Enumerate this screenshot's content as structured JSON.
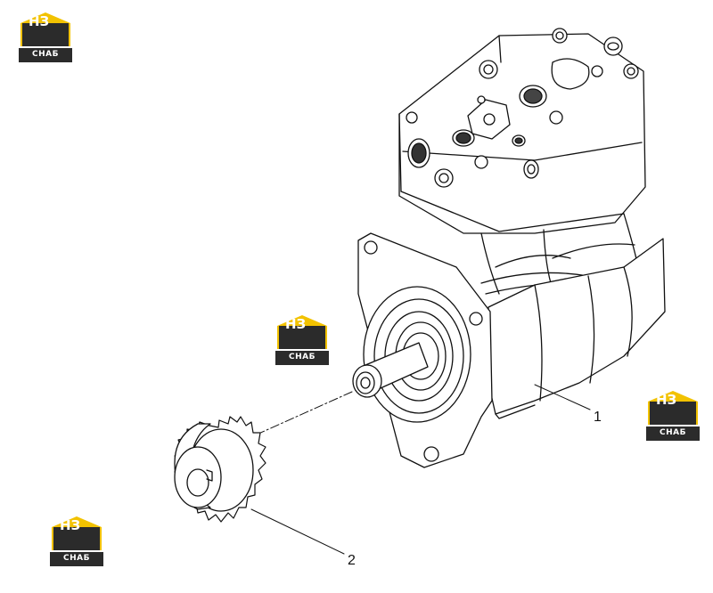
{
  "logo": {
    "mark": "НЗ",
    "text": "СНАБ",
    "colors": {
      "roof": "#f2c200",
      "dark": "#2b2b2b",
      "text": "#ffffff"
    }
  },
  "callouts": [
    {
      "id": "1",
      "label": "1"
    },
    {
      "id": "2",
      "label": "2"
    }
  ],
  "icons": [
    "compressor-drawing",
    "gear-drawing"
  ]
}
